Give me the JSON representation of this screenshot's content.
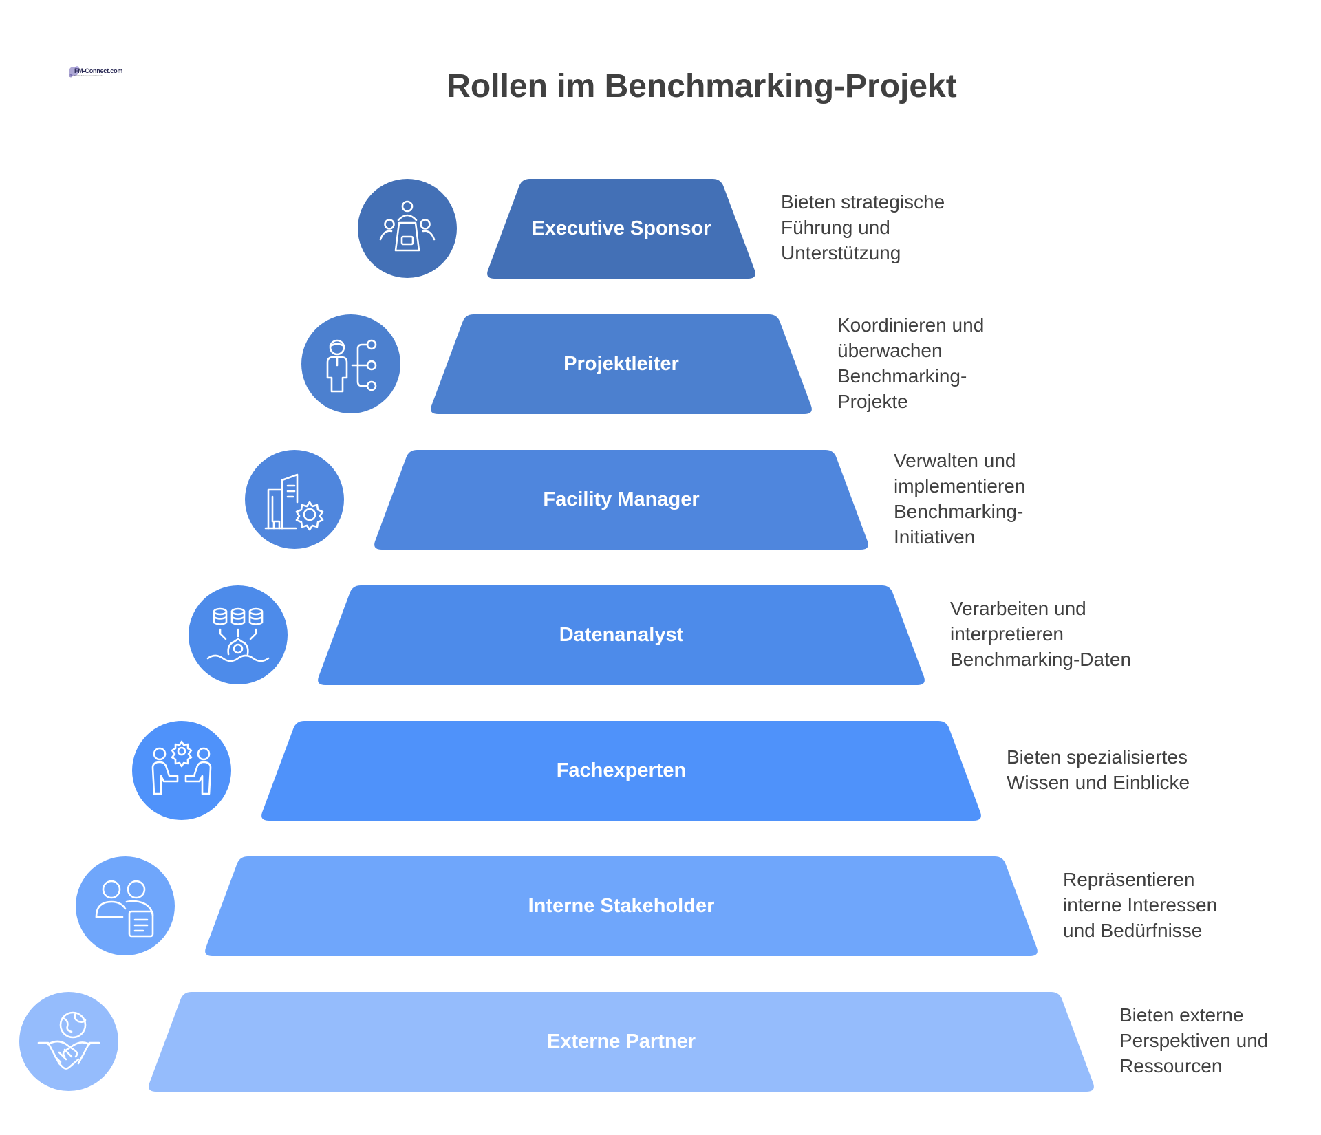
{
  "logo": {
    "text": "FM-Connect.com",
    "subtext": "Facility Management Netzwerk"
  },
  "title": "Rollen im Benchmarking-Projekt",
  "tiers": [
    {
      "label": "Executive Sponsor",
      "icon": "meeting-table-icon",
      "color": "#4370b6",
      "description": [
        "Bieten strategische",
        "Führung und",
        "Unterstützung"
      ]
    },
    {
      "label": "Projektleiter",
      "icon": "project-leader-hierarchy-icon",
      "color": "#4c80cf",
      "description": [
        "Koordinieren und",
        "überwachen",
        "Benchmarking-",
        "Projekte"
      ]
    },
    {
      "label": "Facility Manager",
      "icon": "building-gear-icon",
      "color": "#4f86dd",
      "description": [
        "Verwalten und",
        "implementieren",
        "Benchmarking-",
        "Initiativen"
      ]
    },
    {
      "label": "Datenanalyst",
      "icon": "database-analysis-icon",
      "color": "#4d8bea",
      "description": [
        "Verarbeiten und",
        "interpretieren",
        "Benchmarking-Daten"
      ]
    },
    {
      "label": "Fachexperten",
      "icon": "experts-discussion-icon",
      "color": "#4f92fa",
      "description": [
        "Bieten spezialisiertes",
        "Wissen und Einblicke"
      ]
    },
    {
      "label": "Interne Stakeholder",
      "icon": "stakeholders-document-icon",
      "color": "#6fa6fb",
      "description": [
        "Repräsentieren",
        "interne Interessen",
        "und Bedürfnisse"
      ]
    },
    {
      "label": "Externe Partner",
      "icon": "handshake-globe-icon",
      "color": "#95bcfc",
      "description": [
        "Bieten externe",
        "Perspektiven und",
        "Ressourcen"
      ]
    }
  ]
}
